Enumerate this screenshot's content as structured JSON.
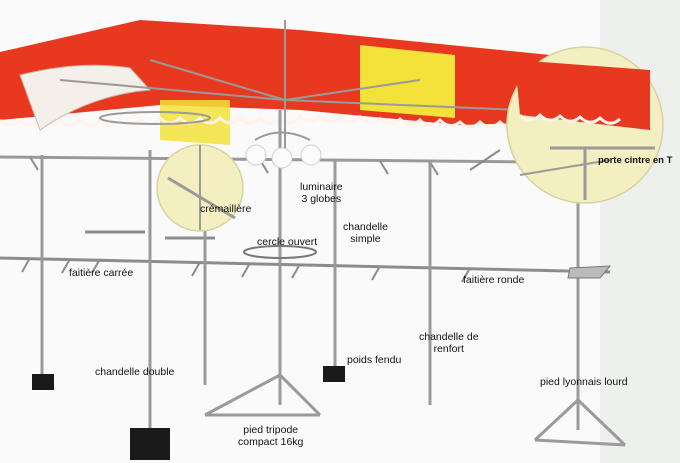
{
  "labels": {
    "porte_cintre": "porte cintre en T",
    "cremaillere": "crémaillère",
    "luminaire_line1": "luminaire",
    "luminaire_line2": "3 globes",
    "cercle_ouvert": "cercle ouvert",
    "chandelle_simple_line1": "chandelle",
    "chandelle_simple_line2": "simple",
    "faitiere_carree": "faitière carrée",
    "faitiere_ronde": "faitière ronde",
    "chandelle_renfort_line1": "chandelle de",
    "chandelle_renfort_line2": "renfort",
    "poids_fendu": "poids fendu",
    "chandelle_double": "chandelle double",
    "pied_lyonnais": "pied lyonnais lourd",
    "pied_tripode_line1": "pied tripode",
    "pied_tripode_line2": "compact 16kg"
  },
  "colors": {
    "canopy_red": "#e8381f",
    "canopy_yellow": "#f2e23a",
    "canopy_edge": "#fff3ea",
    "steel": "#9a9a9a",
    "weight_black": "#1a1a1a",
    "callout_circle": "#f3efc0"
  }
}
